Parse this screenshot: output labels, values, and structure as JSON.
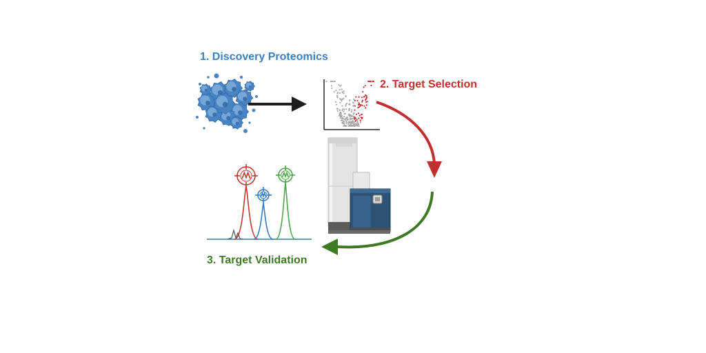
{
  "steps": {
    "discovery": {
      "label": "1.  Discovery Proteomics",
      "color": "#3a80bf"
    },
    "selection": {
      "label": "2. Target Selection",
      "color": "#c0302f"
    },
    "validation": {
      "label": "3. Target Validation",
      "color": "#3d7a23"
    }
  },
  "colors": {
    "cells": "#4a83c4",
    "cells_light": "#86b3e0",
    "arrow_black": "#1e1e1e",
    "arrow_red": "#c0302f",
    "arrow_green": "#3d7a23",
    "instrument_body": "#e6e6e6",
    "instrument_panel": "#2b4e6e",
    "peak_red": "#c0392f",
    "peak_blue": "#3578c4",
    "peak_green": "#4aa54a",
    "peak_base": "#5a5a5a"
  },
  "icons": {
    "cells": "cell-cluster-icon",
    "volcano": "volcano-plot-icon",
    "instrument": "mass-spectrometer-icon",
    "chromatogram": "chromatogram-icon",
    "target": "crosshair-target-icon"
  }
}
